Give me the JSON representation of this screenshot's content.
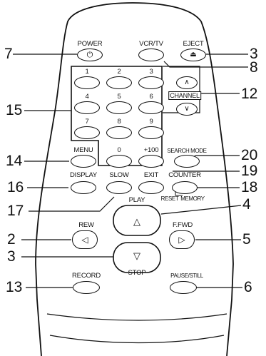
{
  "remote": {
    "buttons": {
      "power": "POWER",
      "vcr_tv": "VCR/TV",
      "eject": "EJECT",
      "channel": "CHANNEL",
      "menu": "MENU",
      "zero": "0",
      "plus100": "+100",
      "search_mode": "SEARCH MODE",
      "display": "DISPLAY",
      "slow": "SLOW",
      "exit": "EXIT",
      "counter": "COUNTER",
      "reset": "RESET",
      "memory": "MEMORY",
      "play": "PLAY",
      "rew": "REW",
      "ffwd": "F.FWD",
      "stop": "STOP",
      "record": "RECORD",
      "pause_still": "PAUSE/STILL"
    },
    "digits": [
      "1",
      "2",
      "3",
      "4",
      "5",
      "6",
      "7",
      "8",
      "9"
    ]
  },
  "callouts": {
    "power": "7",
    "eject": "3",
    "vcr_tv": "8",
    "channel": "12",
    "number_buttons": "15",
    "menu": "14",
    "search_mode": "20",
    "display": "16",
    "exit": "19",
    "counter_memory": "18",
    "slow": "17",
    "play": "4",
    "rew": "2",
    "ffwd": "5",
    "stop": "3",
    "record": "13",
    "pause_still": "6"
  }
}
